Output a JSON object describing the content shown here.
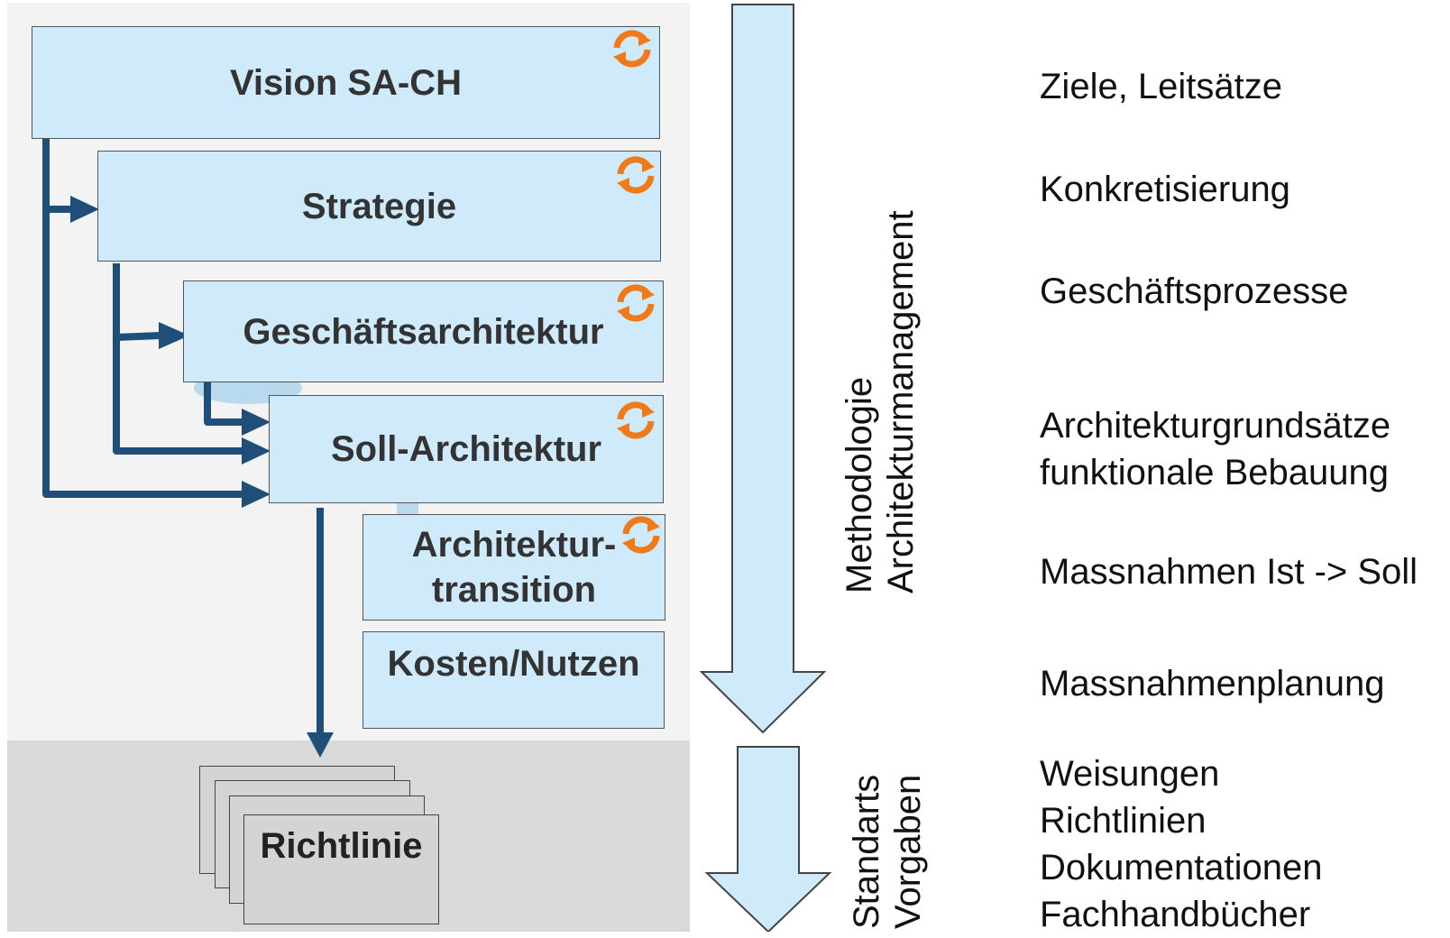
{
  "boxes": {
    "vision": "Vision SA-CH",
    "strategie": "Strategie",
    "geschaeft": "Geschäftsarchitektur",
    "soll": "Soll-Architektur",
    "transition_1": "Architektur-",
    "transition_2": "transition",
    "kosten": "Kosten/Nutzen",
    "richtlinie": "Richtlinie"
  },
  "arrow_labels": {
    "main_line1": "Methodologie",
    "main_line2": "Architekturmanagement",
    "lower_line1": "Standarts",
    "lower_line2": "Vorgaben"
  },
  "descriptions": {
    "d1": "Ziele, Leitsätze",
    "d2": "Konkretisierung",
    "d3": "Geschäftsprozesse",
    "d4_line1": "Architekturgrundsätze",
    "d4_line2": "funktionale Bebauung",
    "d5": "Massnahmen Ist -> Soll",
    "d6": "Massnahmenplanung",
    "d7_line1": "Weisungen",
    "d7_line2": "Richtlinien",
    "d7_line3": "Dokumentationen",
    "d7_line4": "Fachhandbücher"
  },
  "colors": {
    "box_fill": "#cfeafb",
    "flow_arrow": "#1f4e79",
    "cycle_icon": "#f07a1a",
    "top_background": "#f3f3f3",
    "bottom_background": "#d9d9d9"
  },
  "icons": [
    "cycle-icon",
    "flow-arrow",
    "down-arrow"
  ]
}
